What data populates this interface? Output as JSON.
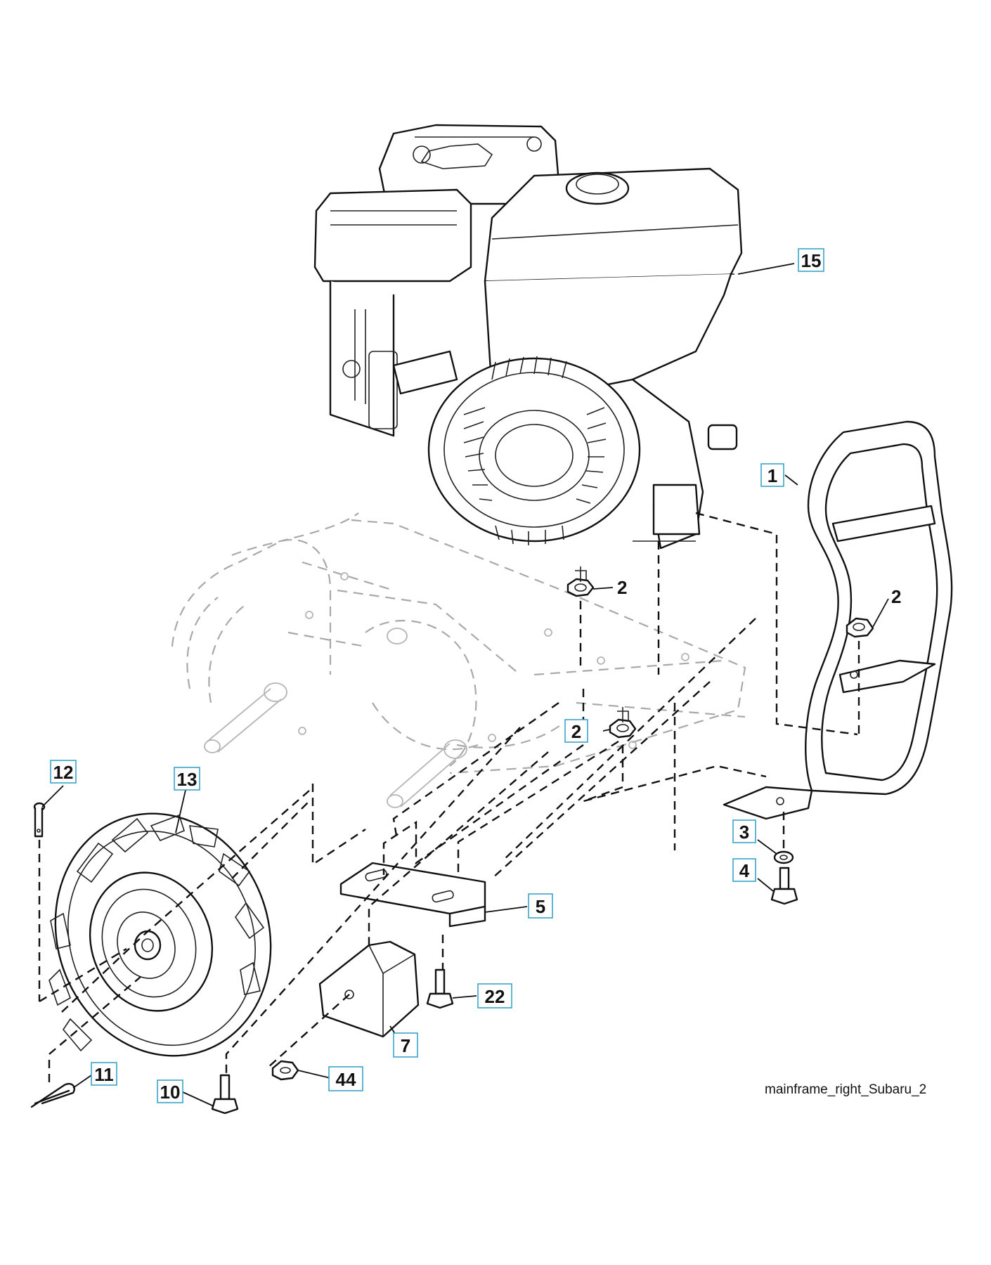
{
  "callouts": {
    "c15": "15",
    "c1": "1",
    "c2a": "2",
    "c2b": "2",
    "c2c": "2",
    "c3": "3",
    "c4": "4",
    "c5": "5",
    "c7": "7",
    "c10": "10",
    "c11": "11",
    "c12": "12",
    "c13": "13",
    "c22": "22",
    "c44": "44"
  },
  "caption": "mainframe_right_Subaru_2",
  "colors": {
    "ink": "#111111",
    "ghost": "#a9a9a9",
    "callout_border": "#3aa4c9"
  }
}
